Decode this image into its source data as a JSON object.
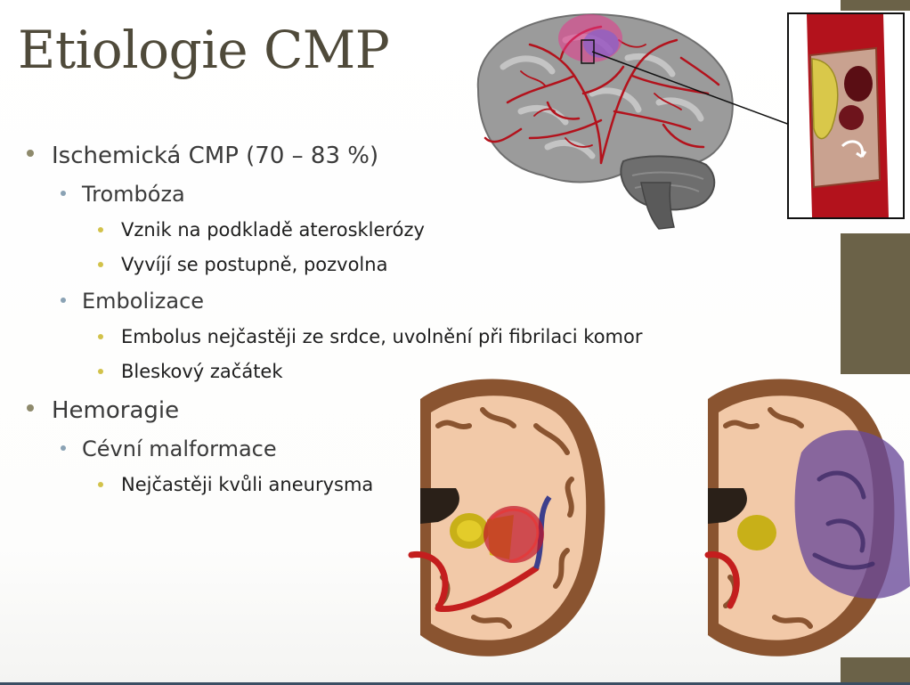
{
  "slide": {
    "title": "Etiologie CMP",
    "bullets": {
      "ischemic": "Ischemická CMP (70 – 83 %)",
      "thrombosis": "Trombóza",
      "thrombosis_1": "Vznik na podkladě aterosklerózy",
      "thrombosis_2": "Vyvíjí se postupně, pozvolna",
      "embolization": "Embolizace",
      "embolization_1": "Embolus nejčastěji ze srdce, uvolnění při fibrilaci komor",
      "embolization_2": "Bleskový začátek",
      "hemorrhage": "Hemoragie",
      "malformation": "Cévní malformace",
      "malformation_1": "Nejčastěji kvůli aneurysma"
    }
  },
  "colors": {
    "title": "#4f4a3a",
    "accent_bar": "#6b6248",
    "bullet_level1": "#8e8a6c",
    "bullet_level2": "#8aa2b4",
    "bullet_level3": "#d2c24a",
    "vessel_red": "#b3121c",
    "brain_gray": "#9b9b9b",
    "hemorrhage_purple": "#6a4a9a"
  },
  "icons": {
    "brain_side": "brain-with-vessels-illustration",
    "vessel_detail": "artery-clot-illustration",
    "brain_section_ischemic": "coronal-brain-section-clot",
    "brain_section_hemorrhage": "coronal-brain-section-hemorrhage"
  }
}
